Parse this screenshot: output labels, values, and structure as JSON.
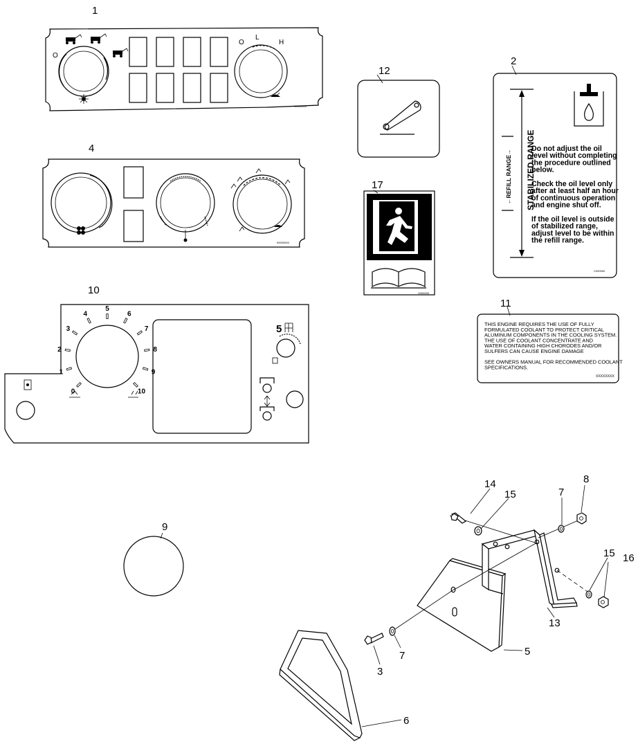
{
  "callouts": {
    "c1": "1",
    "c2": "2",
    "c3": "3",
    "c4": "4",
    "c5": "5",
    "c6": "6",
    "c7a": "7",
    "c7b": "7",
    "c8": "8",
    "c9": "9",
    "c10": "10",
    "c11": "11",
    "c12": "12",
    "c13": "13",
    "c14": "14",
    "c15a": "15",
    "c15b": "15",
    "c16": "16",
    "c17": "17"
  },
  "panel1": {
    "label_o_left": "O",
    "label_o_right": "O",
    "label_l": "L",
    "label_h": "H",
    "part_number": "90000000"
  },
  "panel4": {
    "part_number": "90000000"
  },
  "panel10": {
    "dial_numbers": [
      "0",
      "1",
      "2",
      "3",
      "4",
      "5",
      "6",
      "7",
      "8",
      "9",
      "10"
    ],
    "gear_number": "5"
  },
  "decal2": {
    "stabilized_label": "STABILIZED RANGE",
    "refill_label": "←REFILL RANGE→",
    "lines": [
      "Do not adjust the oil",
      "level without completing",
      "the procedure outlined",
      "below.",
      "",
      "Check the oil level only",
      "after at least half an hour",
      "of continuous operation",
      "and engine shut off.",
      "",
      "If the oil level is outside",
      "of stabilized range,",
      "adjust level to be within",
      "the refill range."
    ],
    "code": "C000000"
  },
  "decal11": {
    "lines": [
      "THIS ENGINE REQUIRES THE USE OF FULLY",
      "FORMULATED COOLANT TO PROTECT CRITICAL",
      "ALUMINUM COMPONENTS IN THE COOLING SYSTEM.",
      "THE USE OF COOLANT CONCENTRATE AND",
      "WATER CONTAINING HIGH CHORODES AND/OR",
      "SULFERS CAN CAUSE ENGINE DAMAGE",
      "",
      "SEE OWNERS MANUAL FOR RECOMMENDED COOLANT",
      "SPECIFICATIONS."
    ],
    "code": "XXXXXXXX"
  },
  "decal17": {
    "code": "X000000"
  }
}
